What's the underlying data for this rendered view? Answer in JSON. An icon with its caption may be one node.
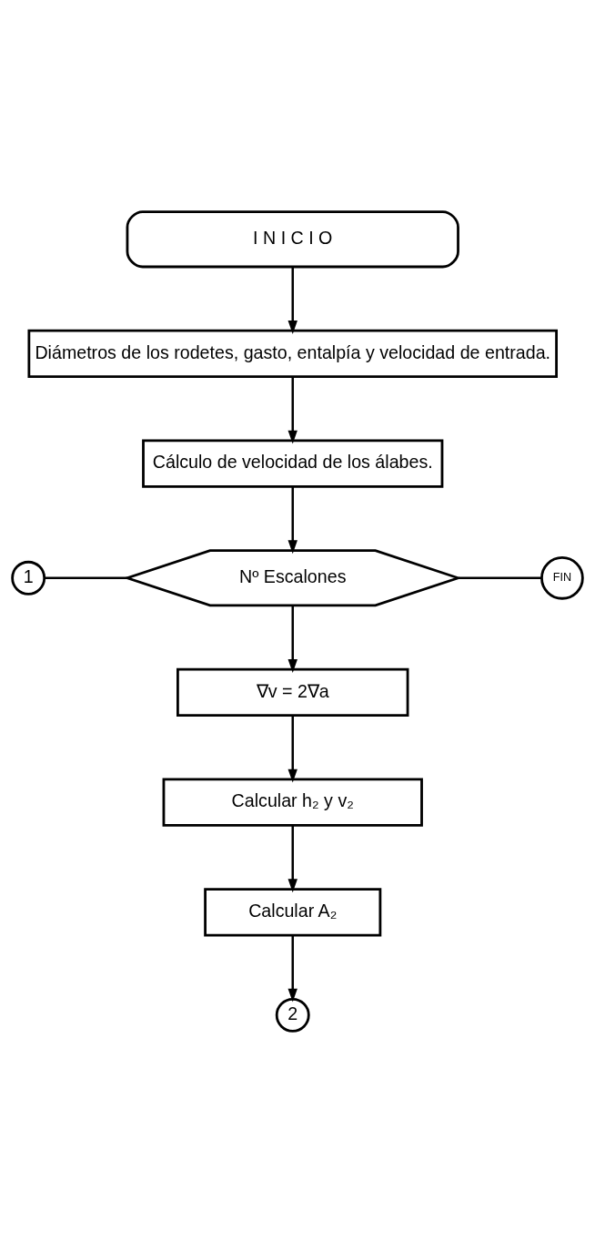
{
  "diagram": {
    "nodes": [
      {
        "text": [
          "I N I C I O"
        ]
      },
      {
        "text": [
          "Diámetros de los rodetes, gasto, entalpía y velocidad de entrada."
        ]
      },
      {
        "text": [
          "Cálculo de velocidad de los álabes."
        ]
      },
      {
        "text": [
          "1"
        ]
      },
      {
        "text": [
          "Nº Escalones"
        ]
      },
      {
        "text": [
          "FIN"
        ]
      },
      {
        "text": [
          "∇v = 2∇a"
        ]
      },
      {
        "text": [
          "Calcular h₂ y v₂"
        ]
      },
      {
        "text": [
          "Calcular A₂"
        ]
      },
      {
        "text": [
          "2"
        ]
      }
    ],
    "edges": [
      {
        "from": 0,
        "to": 1,
        "arrow": "to"
      },
      {
        "from": 1,
        "to": 2,
        "arrow": "to"
      },
      {
        "from": 2,
        "to": 4,
        "arrow": "to"
      },
      {
        "from": 3,
        "to": 4,
        "arrow": "none"
      },
      {
        "from": 4,
        "to": 5,
        "arrow": "none"
      },
      {
        "from": 4,
        "to": 6,
        "arrow": "to"
      },
      {
        "from": 6,
        "to": 7,
        "arrow": "to"
      },
      {
        "from": 7,
        "to": 8,
        "arrow": "to"
      },
      {
        "from": 8,
        "to": 9,
        "arrow": "to"
      }
    ]
  }
}
